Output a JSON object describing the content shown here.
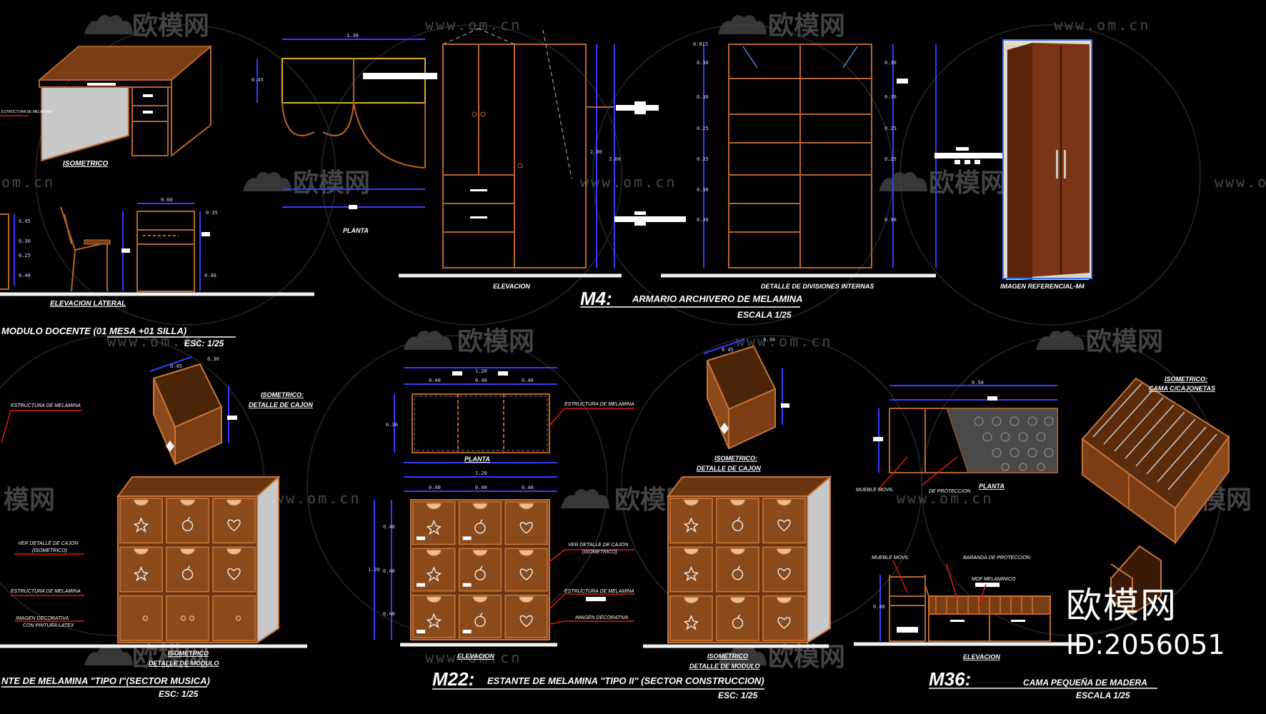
{
  "watermark": {
    "cn": "欧模网",
    "url": "www.om.cn",
    "short": "om.cn",
    "fragment": "模网"
  },
  "brand": {
    "cn": "欧模网",
    "id": "ID:2056051"
  },
  "modulo_docente": {
    "iso_label": "ISOMETRICO",
    "side_label": "ELEVACION LATERAL",
    "title": "MODULO DOCENTE (01 MESA +01 SILLA)",
    "scale": "ESC: 1/25"
  },
  "m4": {
    "code": "M4:",
    "title": "ARMARIO ARCHIVERO DE MELAMINA",
    "scale": "ESCALA 1/25",
    "planta": "PLANTA",
    "elevacion": "ELEVACION",
    "detalle": "DETALLE DE DIVISIONES INTERNAS",
    "imagen": "IMAGEN REFERENCIAL-M4"
  },
  "tipo1": {
    "title": "NTE DE MELAMINA \"TIPO I\"(SECTOR MUSICA)",
    "scale": "ESC: 1/25",
    "iso_cajon_1": "ISOMETRICO:",
    "iso_cajon_2": "DETALLE DE CAJON",
    "iso_mod_1": "ISOMETRICO",
    "iso_mod_2": "DETALLE DE MODULO",
    "note_estructura": "ESTRUCTURA DE MELAMINA",
    "note_ver": "VER DETALLE DE CAJON",
    "note_iso": "(ISOMETRICO)",
    "note_imagen": "IMAGEN DECORATIVA",
    "note_pintura": "CON PINTURA LATEX"
  },
  "m22": {
    "code": "M22:",
    "title": "ESTANTE DE MELAMINA \"TIPO II\" (SECTOR CONSTRUCCION)",
    "scale": "ESC: 1/25",
    "planta": "PLANTA",
    "elevacion": "ELEVACION",
    "iso_cajon_1": "ISOMETRICO:",
    "iso_cajon_2": "DETALLE DE CAJON",
    "iso_mod_1": "ISOMETRICO",
    "iso_mod_2": "DETALLE DE MODULO",
    "note_estructura": "ESTRUCTURA DE MELAMINA",
    "note_ver": "VER DETALLE DE CAJON",
    "note_iso": "(ISOMETRICO)",
    "note_imagen": "IMAGEN DECORATIVA"
  },
  "m36": {
    "code": "M36:",
    "title": "CAMA PEQUEÑA DE MADERA",
    "scale": "ESCALA 1/25",
    "planta": "PLANTA",
    "elevacion": "ELEVACION",
    "iso_1": "ISOMETRICO:",
    "iso_2": "CAMA C/CAJONETAS",
    "note_mueble": "MUEBLE MOVIL",
    "note_baranda": "BARANDA DE PROTECCION",
    "note_mdf": "MDF MELAMINICO",
    "note_proteccion": "DE PROTECCION",
    "note_bueble": "MUEBLE MOVIL"
  },
  "dims": {
    "d130": "1.30",
    "d045": "0.45",
    "d200": "2.00",
    "d030": "0.30",
    "d025": "0.25",
    "d040": "0.40",
    "d120": "1.20",
    "d060": "0.60",
    "d035": "0.35",
    "d090": "0.90",
    "d0015": "0.015",
    "d050": "0.50"
  },
  "colors": {
    "background": "#000000",
    "wood": "#b8642a",
    "dimension": "#3a3aff",
    "leader": "#e01818"
  }
}
